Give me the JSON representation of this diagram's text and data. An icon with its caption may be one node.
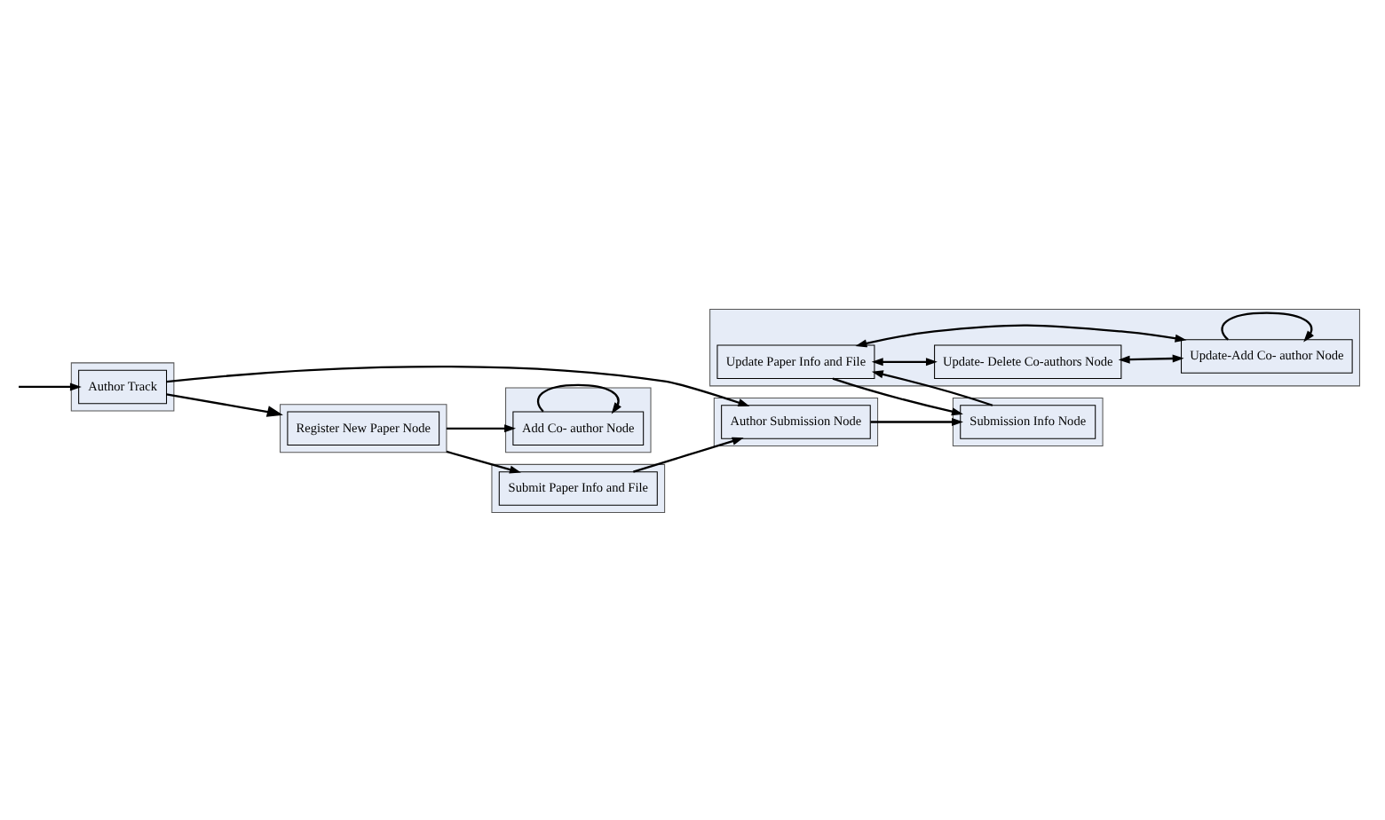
{
  "diagram": {
    "nodes": [
      {
        "text": [],
        "shape": "document"
      },
      {
        "text": [
          "Author Track"
        ],
        "in": 0
      },
      {
        "text": [],
        "shape": "document"
      },
      {
        "text": [
          "Author Submission Node"
        ],
        "in": 2
      },
      {
        "text": [],
        "shape": "document"
      },
      {
        "text": [
          "Submission Info Node"
        ],
        "in": 4
      },
      {
        "text": [],
        "shape": "document"
      },
      {
        "text": [
          "Update Paper Info and File"
        ],
        "in": 6
      },
      {
        "text": [
          "Update- Delete Co-authors Node"
        ],
        "in": 6
      },
      {
        "text": [
          "Update-Add Co- author Node"
        ],
        "in": 6
      },
      {
        "text": [],
        "shape": "document"
      },
      {
        "text": [
          "Register New Paper Node"
        ],
        "in": 10
      },
      {
        "text": [],
        "shape": "document"
      },
      {
        "text": [
          "Add Co- author Node"
        ],
        "in": 12
      },
      {
        "text": [],
        "shape": "document"
      },
      {
        "text": [
          "Submit Paper Info and File"
        ],
        "in": 14
      }
    ],
    "edges": [
      {
        "from": null,
        "to": 1,
        "arrow": "to"
      },
      {
        "from": 1,
        "to": 3,
        "arrow": "to"
      },
      {
        "from": 1,
        "to": 10,
        "arrow": "to"
      },
      {
        "from": 3,
        "to": 5,
        "arrow": "to"
      },
      {
        "from": 7,
        "to": 5,
        "arrow": "to"
      },
      {
        "from": 5,
        "to": 7,
        "arrow": "to"
      },
      {
        "from": 7,
        "to": 8,
        "arrow": "both"
      },
      {
        "from": 7,
        "to": 9,
        "arrow": "both"
      },
      {
        "from": 8,
        "to": 9,
        "arrow": "both"
      },
      {
        "from": 9,
        "to": 9,
        "arrow": "to"
      },
      {
        "from": 10,
        "to": 13,
        "arrow": "to"
      },
      {
        "from": 10,
        "to": 15,
        "arrow": "to"
      },
      {
        "from": 13,
        "to": 13,
        "arrow": "to"
      },
      {
        "from": 15,
        "to": 3,
        "arrow": "to"
      }
    ]
  }
}
